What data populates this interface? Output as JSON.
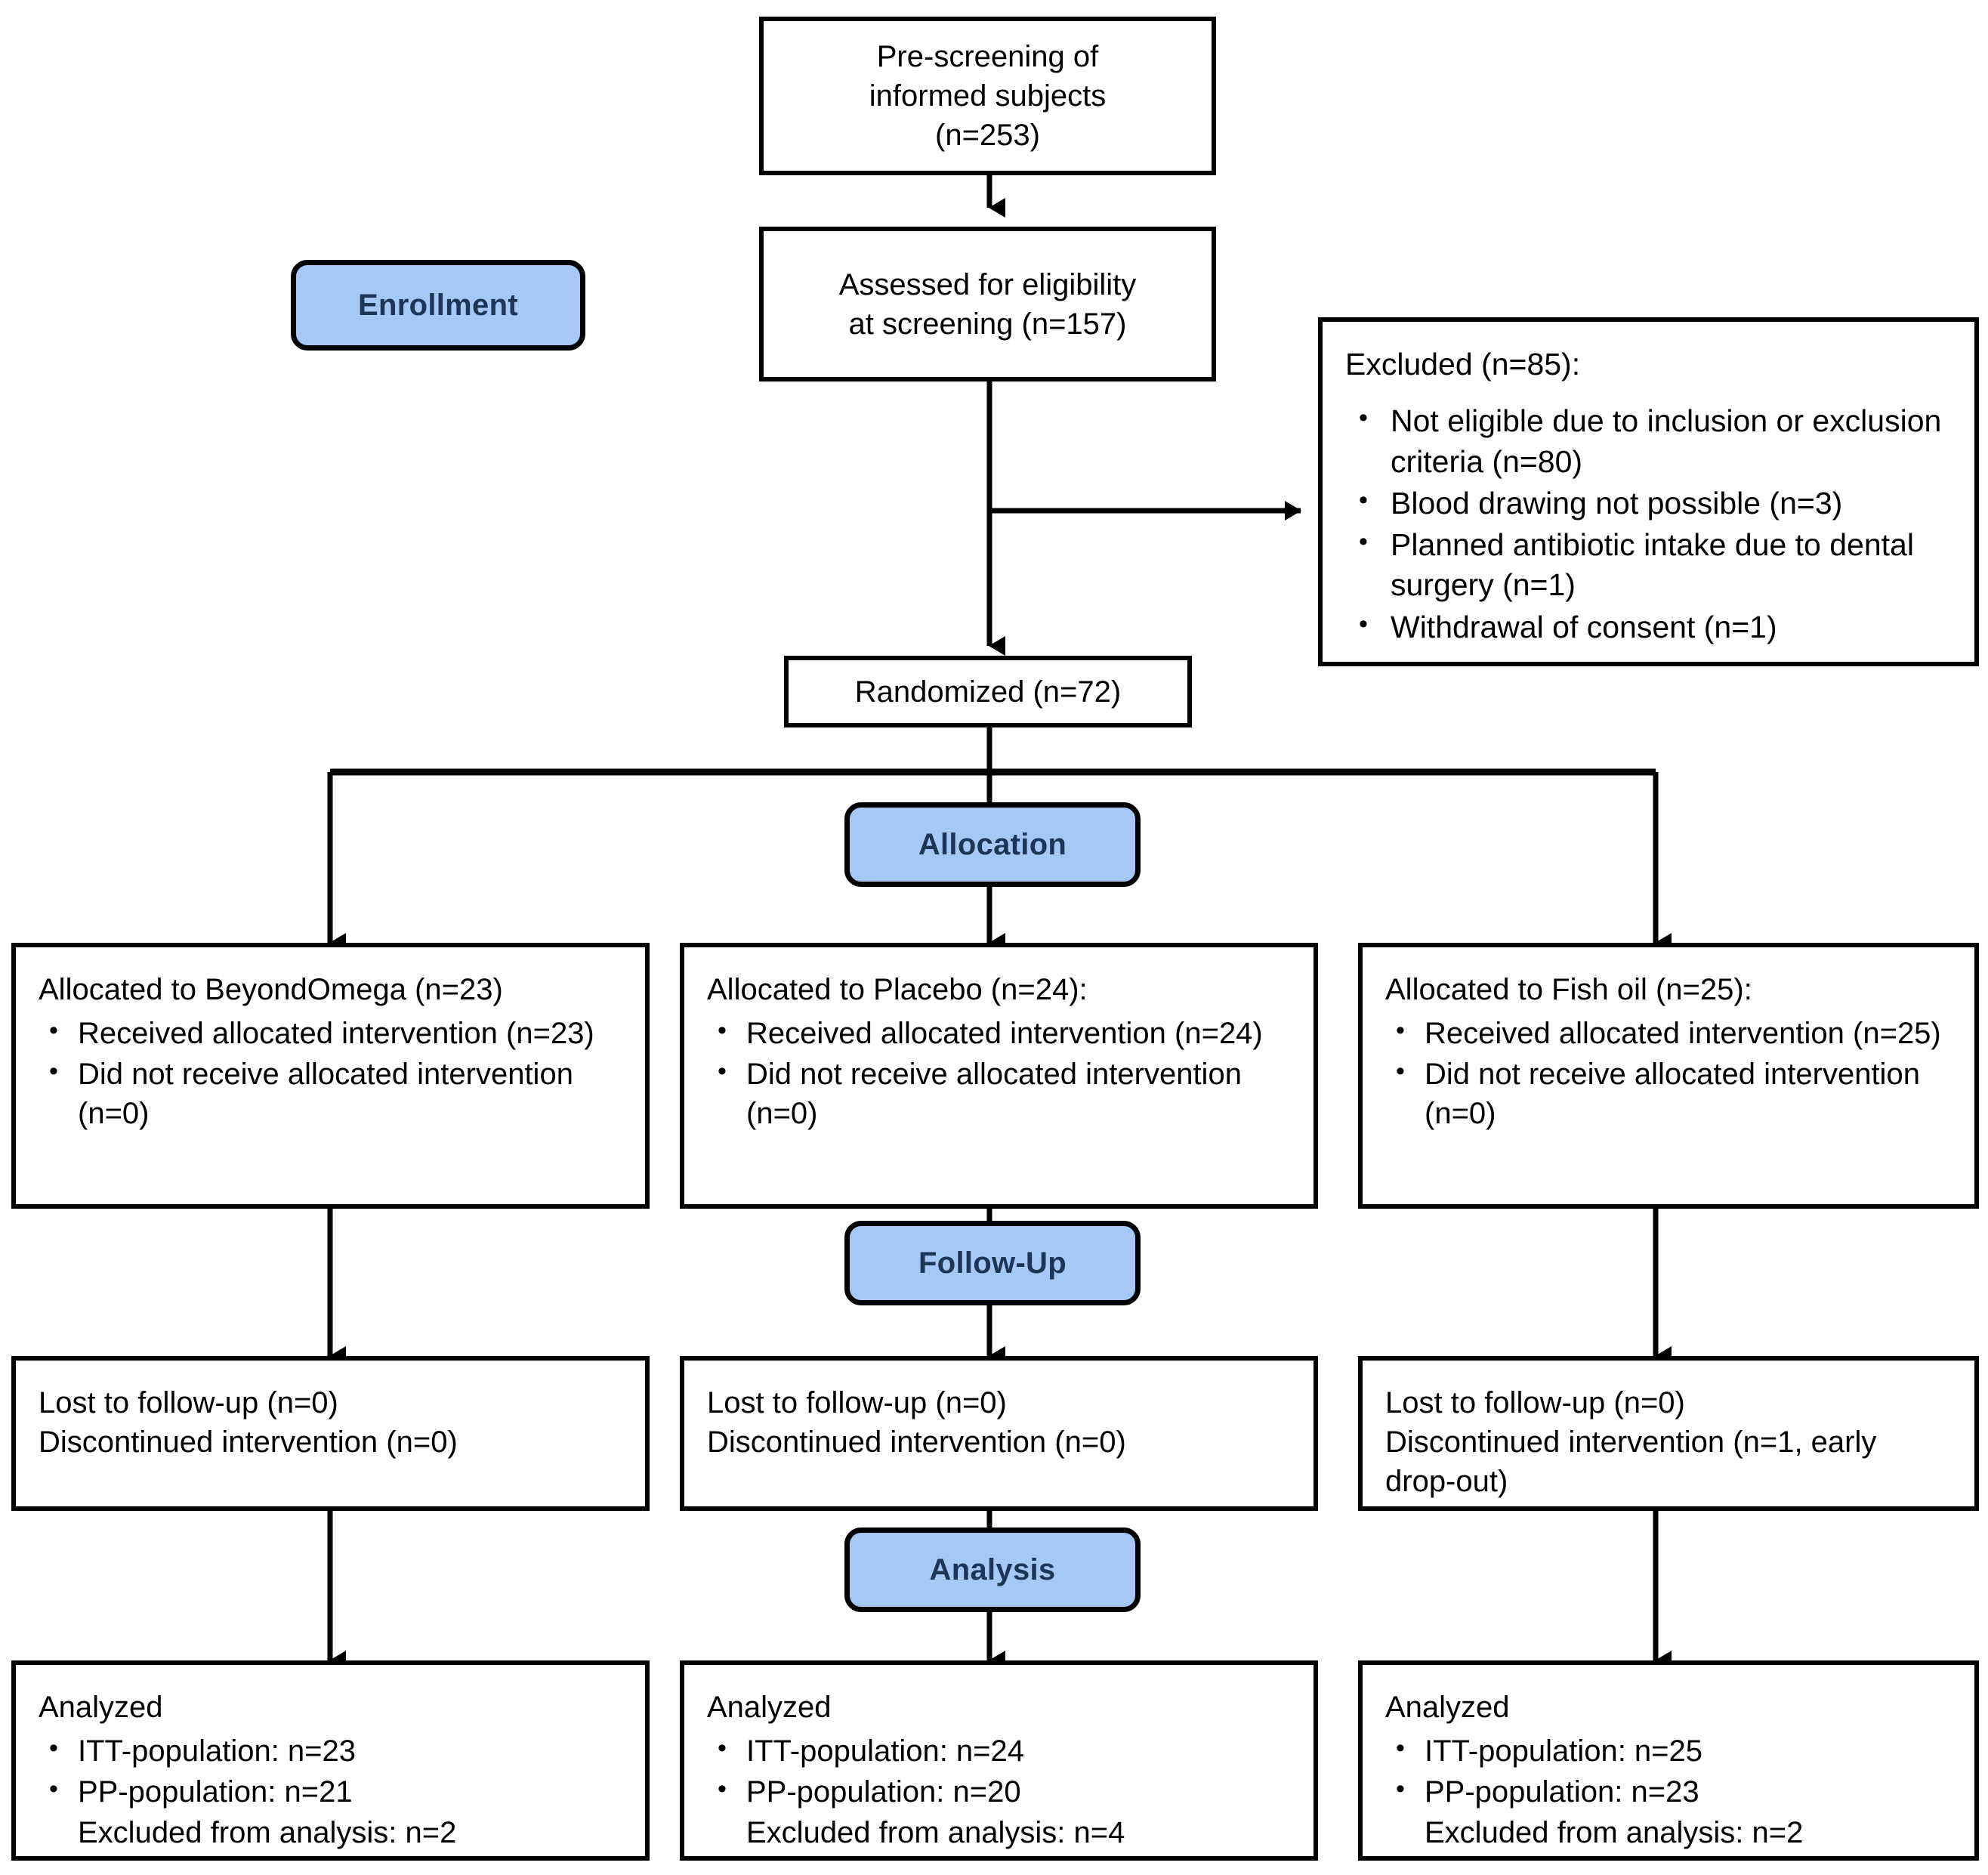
{
  "diagram": {
    "title": "CONSORT participant flow diagram",
    "accent_color": "#a6c8f7",
    "pill_text_color": "#1d3557",
    "line_color": "#000000",
    "background_color": "#ffffff"
  },
  "stages": {
    "enrollment": "Enrollment",
    "allocation": "Allocation",
    "followup": "Follow-Up",
    "analysis": "Analysis"
  },
  "enrollment": {
    "prescreening": {
      "line1": "Pre-screening of",
      "line2": "informed subjects",
      "line3": "(n=253)"
    },
    "assessed": {
      "line1": "Assessed for eligibility",
      "line2": "at screening (n=157)"
    },
    "excluded": {
      "title": "Excluded (n=85):",
      "items": [
        "Not eligible due to inclusion or exclusion criteria (n=80)",
        "Blood drawing not possible (n=3)",
        "Planned antibiotic intake due to dental surgery (n=1)",
        "Withdrawal of consent (n=1)"
      ]
    },
    "randomized": "Randomized (n=72)"
  },
  "allocation": {
    "arms": [
      {
        "title": "Allocated to BeyondOmega (n=23)",
        "items": [
          "Received allocated intervention (n=23)",
          "Did not receive allocated intervention (n=0)"
        ]
      },
      {
        "title": "Allocated to Placebo (n=24):",
        "items": [
          "Received allocated intervention (n=24)",
          "Did not receive allocated intervention (n=0)"
        ]
      },
      {
        "title": "Allocated to Fish oil (n=25):",
        "items": [
          "Received allocated intervention (n=25)",
          "Did not receive allocated intervention (n=0)"
        ]
      }
    ]
  },
  "followup": {
    "arms": [
      {
        "line1": "Lost to follow-up (n=0)",
        "line2": "Discontinued intervention  (n=0)"
      },
      {
        "line1": "Lost to follow-up (n=0)",
        "line2": "Discontinued intervention  (n=0)"
      },
      {
        "line1": "Lost to follow-up (n=0)",
        "line2": "Discontinued intervention  (n=1, early drop-out)"
      }
    ]
  },
  "analysis": {
    "arms": [
      {
        "title": "Analyzed",
        "items": [
          "ITT-population:  n=23",
          "PP-population:  n=21"
        ],
        "excluded": "Excluded from analysis: n=2"
      },
      {
        "title": "Analyzed",
        "items": [
          "ITT-population:  n=24",
          "PP-population:  n=20"
        ],
        "excluded": "Excluded from analysis: n=4"
      },
      {
        "title": "Analyzed",
        "items": [
          "ITT-population:  n=25",
          "PP-population:  n=23"
        ],
        "excluded": "Excluded from analysis: n=2"
      }
    ]
  }
}
